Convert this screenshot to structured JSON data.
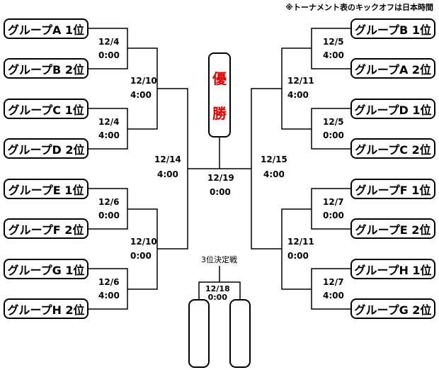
{
  "note": "※トーナメント表のキックオフは日本時間",
  "left_teams": [
    "グループA 1位",
    "グループB 2位",
    "グループC 1位",
    "グループD 2位",
    "グループE 1位",
    "グループF 2位",
    "グループG 1位",
    "グループH 2位"
  ],
  "right_teams": [
    "グループB 1位",
    "グループA 2位",
    "グループD 1位",
    "グループC 2位",
    "グループF 1位",
    "グループE 2位",
    "グループH 1位",
    "グループG 2位"
  ],
  "left_r1": [
    {
      "date": "12/4",
      "time": "0:00"
    },
    {
      "date": "12/4",
      "time": "4:00"
    },
    {
      "date": "12/6",
      "time": "0:00"
    },
    {
      "date": "12/6",
      "time": "4:00"
    }
  ],
  "right_r1": [
    {
      "date": "12/5",
      "time": "4:00"
    },
    {
      "date": "12/5",
      "time": "0:00"
    },
    {
      "date": "12/7",
      "time": "0:00"
    },
    {
      "date": "12/7",
      "time": "4:00"
    }
  ],
  "left_qf": [
    {
      "date": "12/10",
      "time": "4:00"
    },
    {
      "date": "12/10",
      "time": "0:00"
    }
  ],
  "right_qf": [
    {
      "date": "12/11",
      "time": "4:00"
    },
    {
      "date": "12/11",
      "time": "0:00"
    }
  ],
  "left_sf": {
    "date": "12/14",
    "time": "4:00"
  },
  "right_sf": {
    "date": "12/15",
    "time": "4:00"
  },
  "final": {
    "date": "12/19",
    "time": "0:00"
  },
  "winner": [
    "優",
    "勝"
  ],
  "third_place": {
    "title": "3位決定戦",
    "date": "12/18",
    "time": "0:00"
  }
}
